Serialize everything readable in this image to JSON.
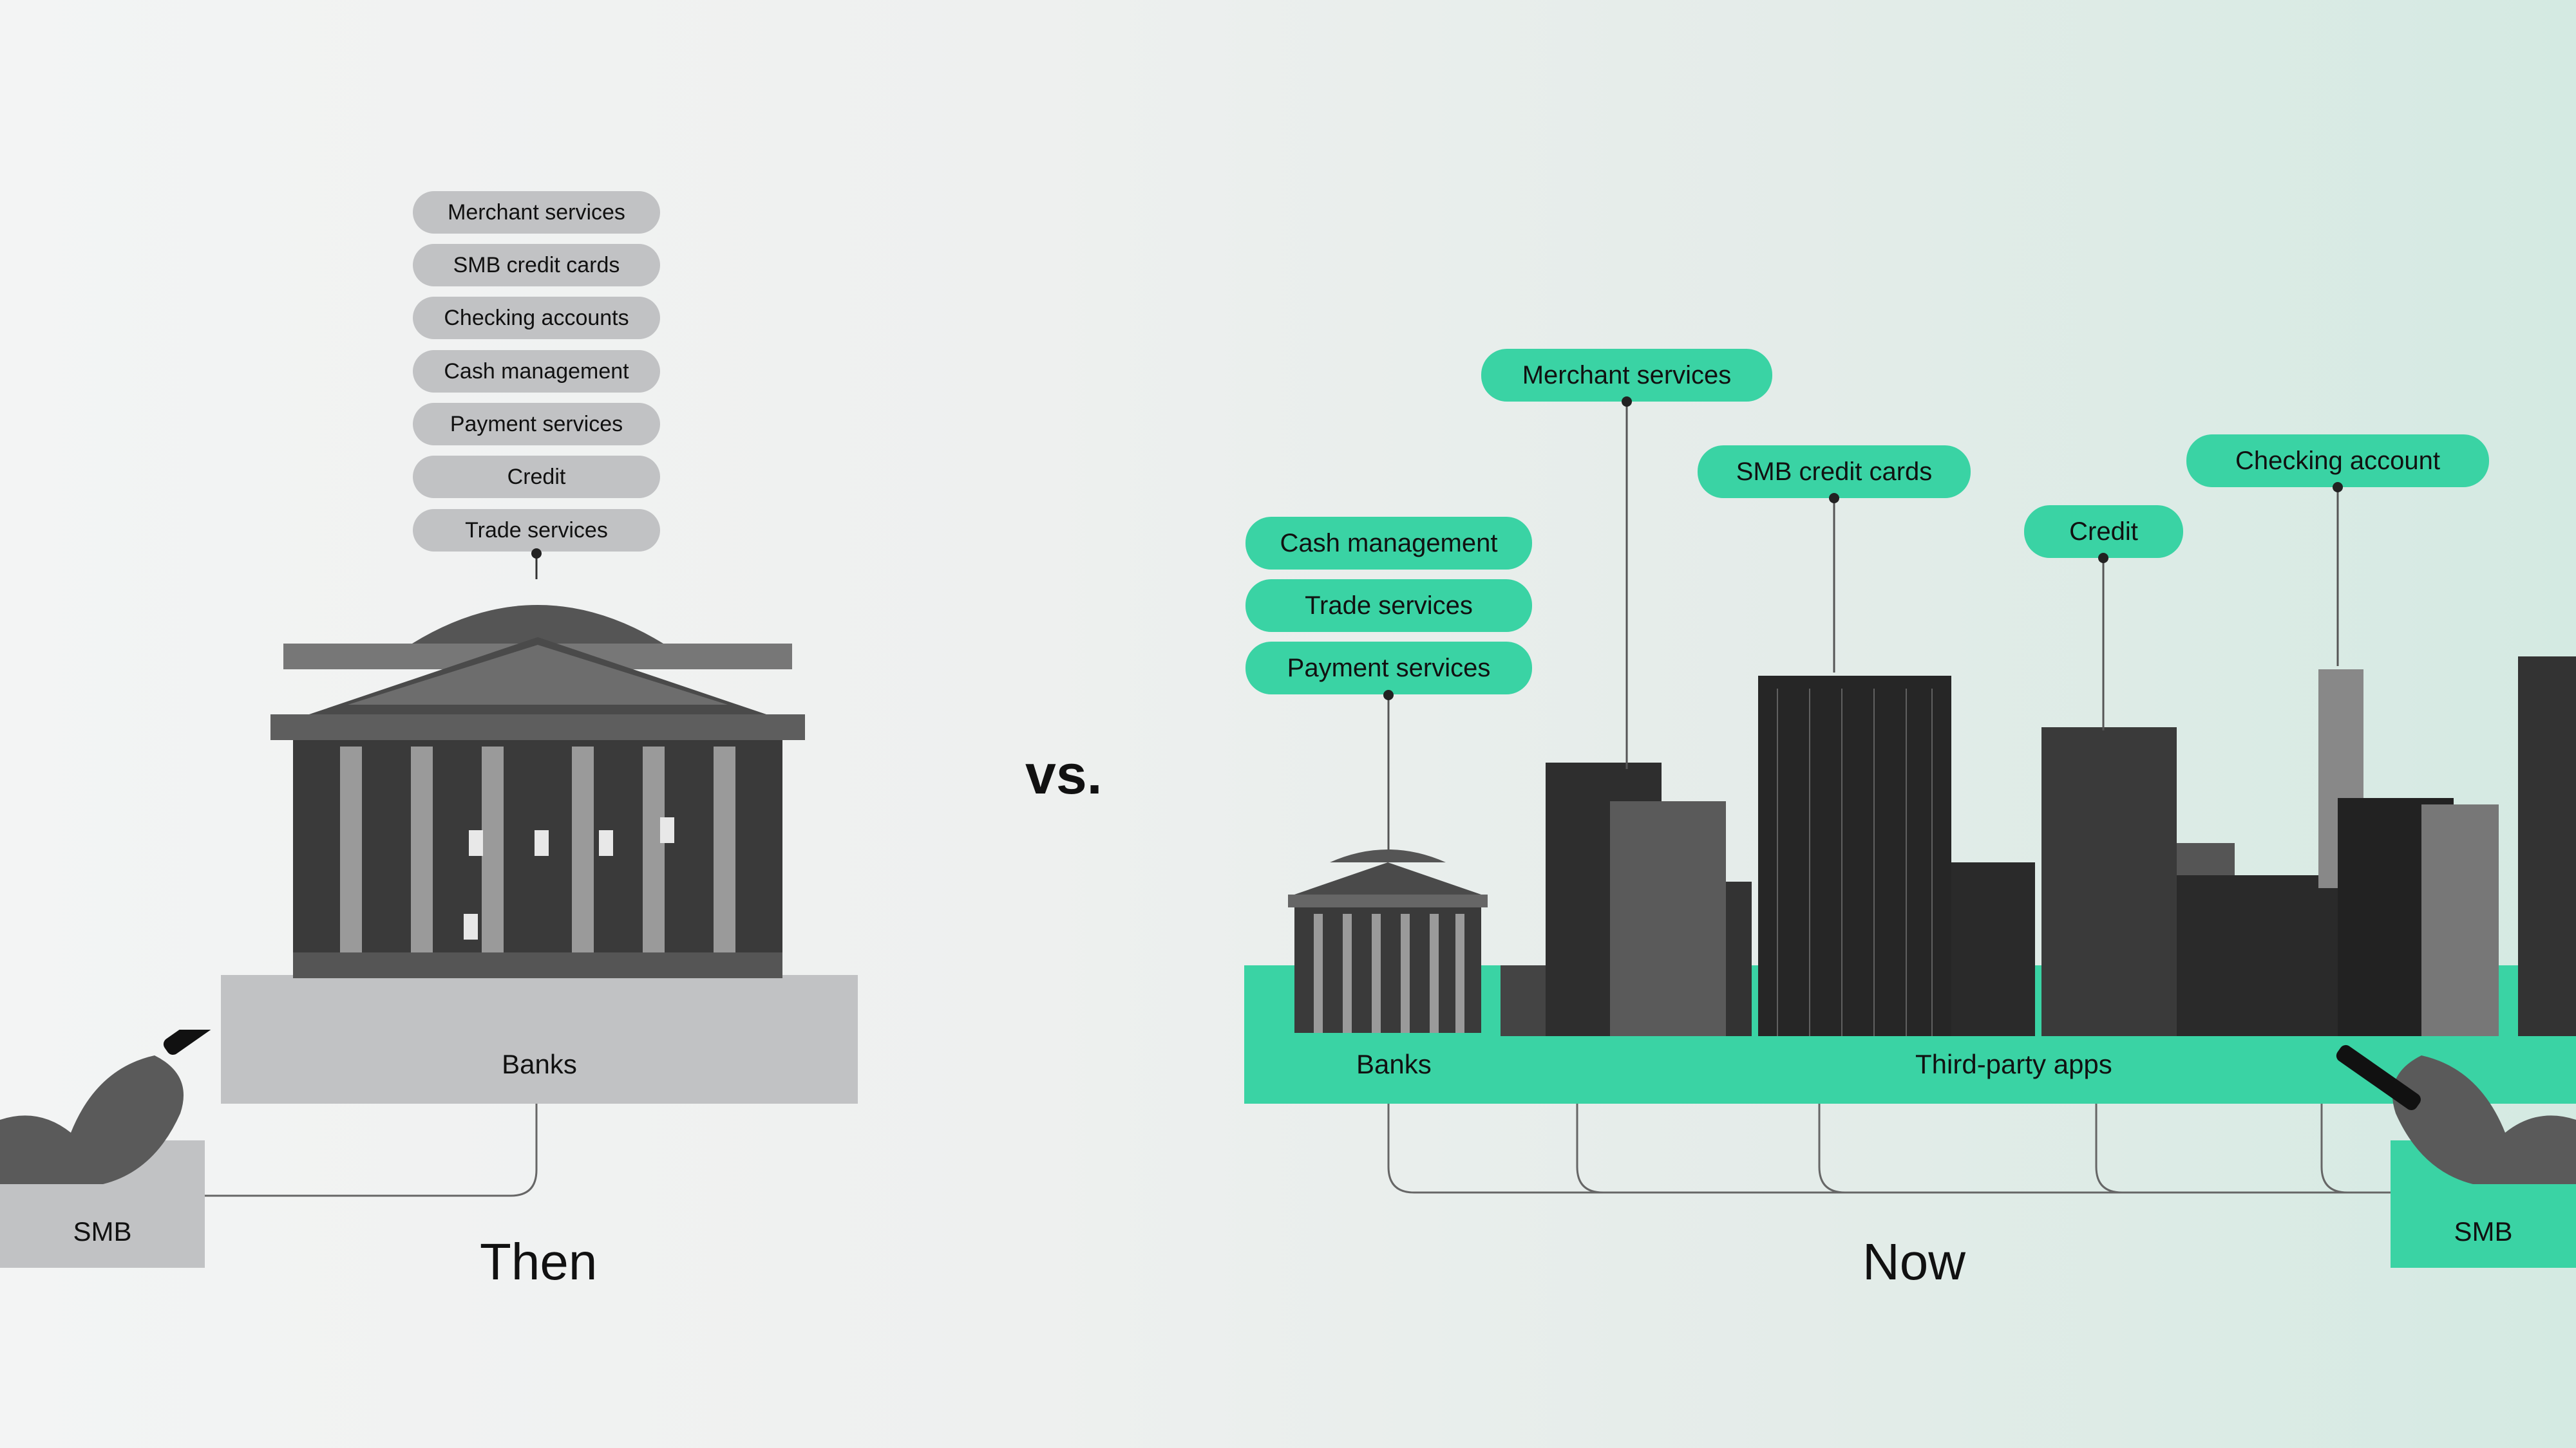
{
  "then": {
    "title": "Then",
    "services": [
      "Merchant services",
      "SMB credit cards",
      "Checking accounts",
      "Cash management",
      "Payment services",
      "Credit",
      "Trade services"
    ],
    "banks_label": "Banks",
    "smb_label": "SMB"
  },
  "vs_label": "vs.",
  "now": {
    "title": "Now",
    "bank_services": [
      "Cash management",
      "Trade services",
      "Payment services"
    ],
    "app_services": {
      "merchant": "Merchant services",
      "smb_credit": "SMB credit cards",
      "credit": "Credit",
      "checking": "Checking account"
    },
    "banks_label": "Banks",
    "apps_label": "Third-party apps",
    "smb_label": "SMB"
  },
  "colors": {
    "gray": "#c1c2c4",
    "green": "#3ad3a4",
    "building": "#2a2a2a"
  }
}
